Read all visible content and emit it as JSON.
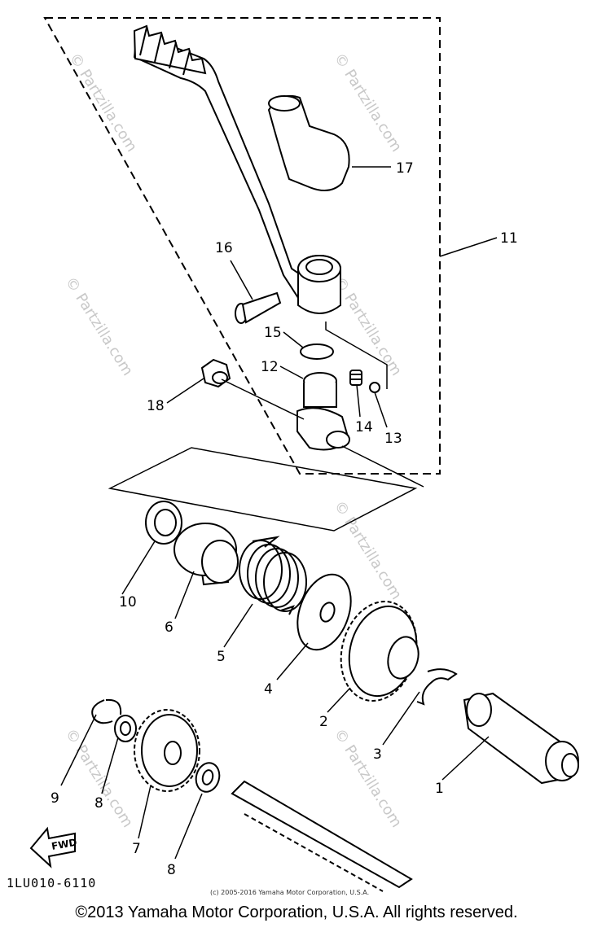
{
  "diagram": {
    "callouts": {
      "n1": "1",
      "n2": "2",
      "n3": "3",
      "n4": "4",
      "n5": "5",
      "n6": "6",
      "n7": "7",
      "n8a": "8",
      "n8b": "8",
      "n9": "9",
      "n10": "10",
      "n11": "11",
      "n12": "12",
      "n13": "13",
      "n14": "14",
      "n15": "15",
      "n16": "16",
      "n17": "17",
      "n18": "18"
    },
    "fwd_label": "FWD",
    "diagram_code": "1LU010-6110",
    "small_copyright": "(c) 2005-2016 Yamaha Motor Corporation, U.S.A.",
    "watermark": "© Partzilla.com"
  },
  "footer": {
    "copyright": "©2013 Yamaha Motor Corporation, U.S.A. All rights reserved."
  }
}
